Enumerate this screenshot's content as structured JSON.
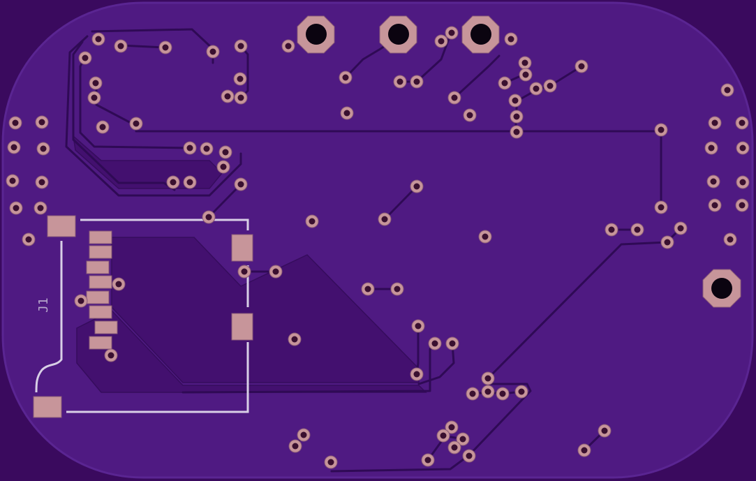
{
  "board": {
    "colors": {
      "background": "#3a0a5e",
      "board_fill": "#4f1a82",
      "board_edge": "#5a2592",
      "pour": "#43106f",
      "trace": "#2f0a55",
      "pad": "#c7959a",
      "pad_stroke": "#8a5a78",
      "drill": "#0b0410",
      "silkscreen": "#d8cfe6",
      "label": "#b7a8cc"
    },
    "silkscreen": {
      "designator": "J1"
    },
    "components": [
      {
        "ref": "J1",
        "kind": "microsd-socket"
      },
      {
        "ref": "mounting-hole-1",
        "kind": "mounting-hole"
      },
      {
        "ref": "mounting-hole-2",
        "kind": "mounting-hole"
      },
      {
        "ref": "mounting-hole-3",
        "kind": "mounting-hole"
      },
      {
        "ref": "mounting-hole-4",
        "kind": "mounting-hole"
      }
    ]
  }
}
